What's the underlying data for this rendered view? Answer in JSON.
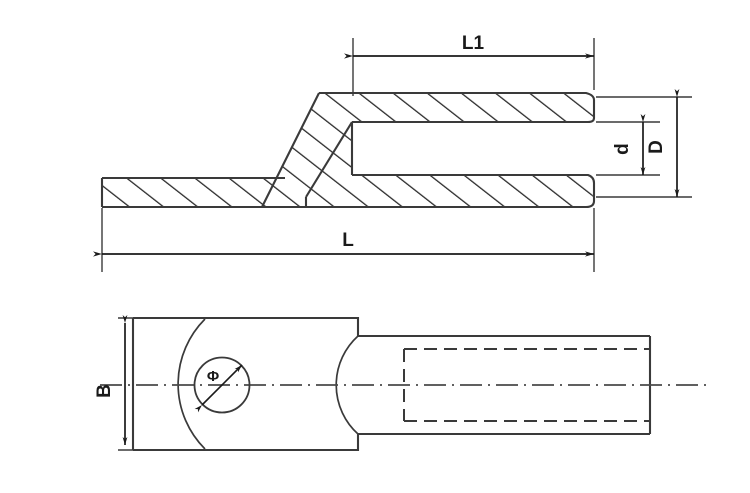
{
  "drawing": {
    "title": "Cable Lug Dimension Drawing",
    "background_color": "#ffffff",
    "line_color": "#3a3a3a",
    "hatch_color": "#2b2b2b",
    "text_color": "#1a1a1a",
    "views": [
      {
        "name": "sectional-side-view",
        "description": "Longitudinal cross-section of tube cable lug showing hatched wall material and hollow barrel bore"
      },
      {
        "name": "plan-top-view",
        "description": "Plan view showing palm with bolt hole and cylindrical barrel with hidden bore outline"
      }
    ]
  },
  "dimensions": {
    "overall_length": {
      "label": "L",
      "name": "overall-length",
      "view": "sectional-side-view",
      "orientation": "horizontal"
    },
    "barrel_length": {
      "label": "L1",
      "name": "barrel-length",
      "view": "sectional-side-view",
      "orientation": "horizontal"
    },
    "outer_diameter": {
      "label": "D",
      "name": "barrel-outer-diameter",
      "view": "sectional-side-view",
      "orientation": "vertical"
    },
    "inner_diameter": {
      "label": "d",
      "name": "barrel-inner-diameter",
      "view": "sectional-side-view",
      "orientation": "vertical"
    },
    "palm_width": {
      "label": "B",
      "name": "palm-width",
      "view": "plan-top-view",
      "orientation": "vertical"
    },
    "hole_diameter": {
      "label": "Φ",
      "name": "bolt-hole-diameter",
      "view": "plan-top-view",
      "orientation": "diagonal"
    }
  }
}
